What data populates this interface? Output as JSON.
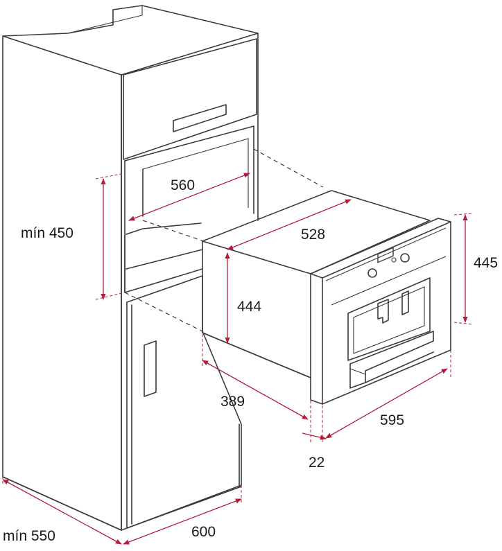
{
  "colors": {
    "line": "#3a3a3a",
    "dimension": "#b21e3c",
    "background": "#ffffff"
  },
  "dimensions": {
    "cavity_width": "560",
    "min_height": "mín 450",
    "appliance_depth": "528",
    "appliance_height": "444",
    "front_height": "445",
    "body_depth": "389",
    "front_width": "595",
    "front_thickness": "22",
    "min_depth": "mín 550",
    "cabinet_width": "600"
  }
}
